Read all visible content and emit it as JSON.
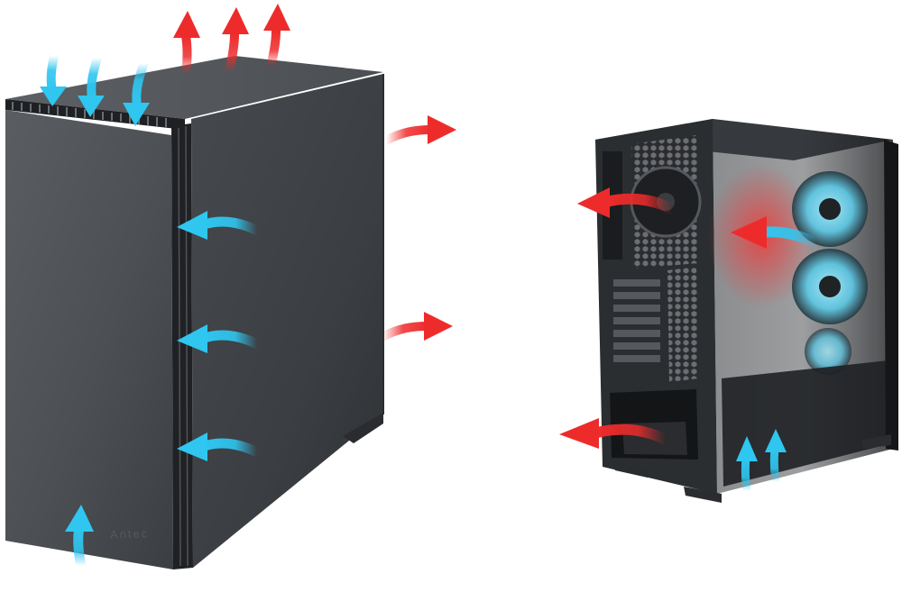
{
  "image": {
    "description_tags": [
      "pc-case-closed-panel",
      "pc-case-glass-panel",
      "airflow-arrows"
    ],
    "left_case": {
      "brand_text": "Antec"
    },
    "right_case": {
      "brand_text": ""
    },
    "colors": {
      "intake_arrow": "#2fc6f0",
      "exhaust_arrow": "#ee2b2b",
      "case_body": "#4a4d51",
      "case_dark": "#1c1e21",
      "fan_glow": "#7fe2ff"
    }
  }
}
